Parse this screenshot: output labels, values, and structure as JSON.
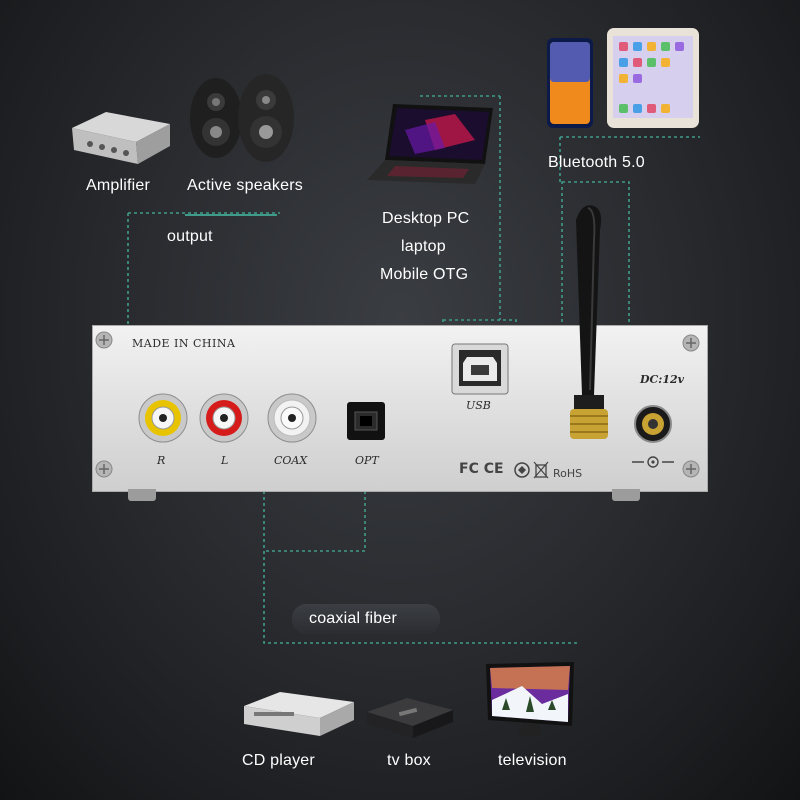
{
  "labels": {
    "amplifier": "Amplifier",
    "active_speakers": "Active speakers",
    "output": "output",
    "desktop_pc": "Desktop PC",
    "laptop": "laptop",
    "mobile_otg": "Mobile OTG",
    "bluetooth": "Bluetooth 5.0",
    "coaxial_fiber": "coaxial fiber",
    "cd_player": "CD player",
    "tv_box": "tv box",
    "television": "television"
  },
  "panel": {
    "made_in": "MADE IN CHINA",
    "r": "R",
    "l": "L",
    "coax": "COAX",
    "opt": "OPT",
    "usb": "USB",
    "dc": "DC:12v",
    "cert": "FC CE",
    "rohs": "RoHS"
  },
  "colors": {
    "wire": "#3f9c8a",
    "panel": "#e8e8e8",
    "background": "#2a2c30"
  }
}
